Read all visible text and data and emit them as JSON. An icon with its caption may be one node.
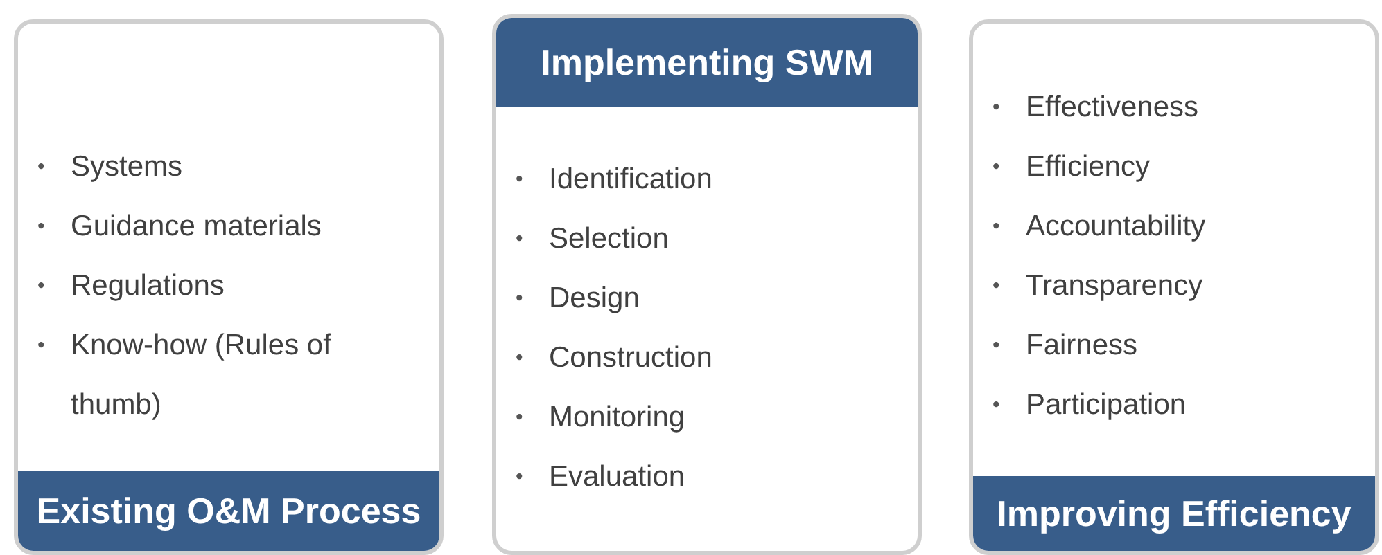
{
  "diagram": {
    "nodes": [
      {
        "text": [
          "• Systems",
          "• Guidance materials",
          "• Regulations",
          "• Know-how (Rules of thumb)",
          "Existing O&M Process"
        ]
      },
      {
        "text": [
          "Implementing SWM",
          "• Identification",
          "• Selection",
          "• Design",
          "• Construction",
          "• Monitoring",
          "• Evaluation"
        ]
      },
      {
        "text": [
          "• Effectiveness",
          "• Efficiency",
          "• Accountability",
          "• Transparency",
          "• Fairness",
          "• Participation",
          "Improving Efficiency"
        ]
      }
    ]
  }
}
